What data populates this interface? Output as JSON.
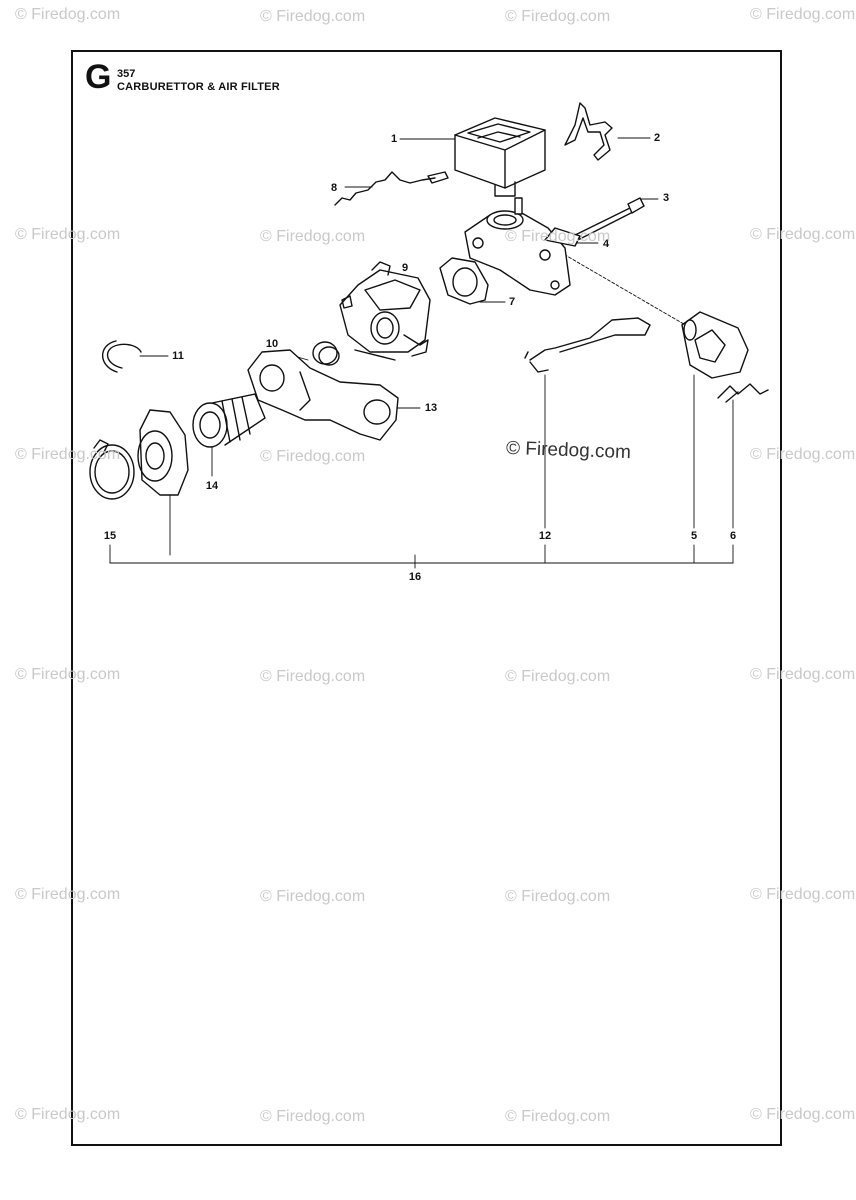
{
  "header": {
    "section_letter": "G",
    "model": "357",
    "title": "CARBURETTOR & AIR FILTER"
  },
  "callouts": [
    "1",
    "2",
    "3",
    "4",
    "5",
    "6",
    "7",
    "8",
    "9",
    "10",
    "11",
    "12",
    "13",
    "14",
    "15",
    "16"
  ],
  "watermark_text": "© Firedog.com",
  "center_mark_text": "© Firedog.com"
}
